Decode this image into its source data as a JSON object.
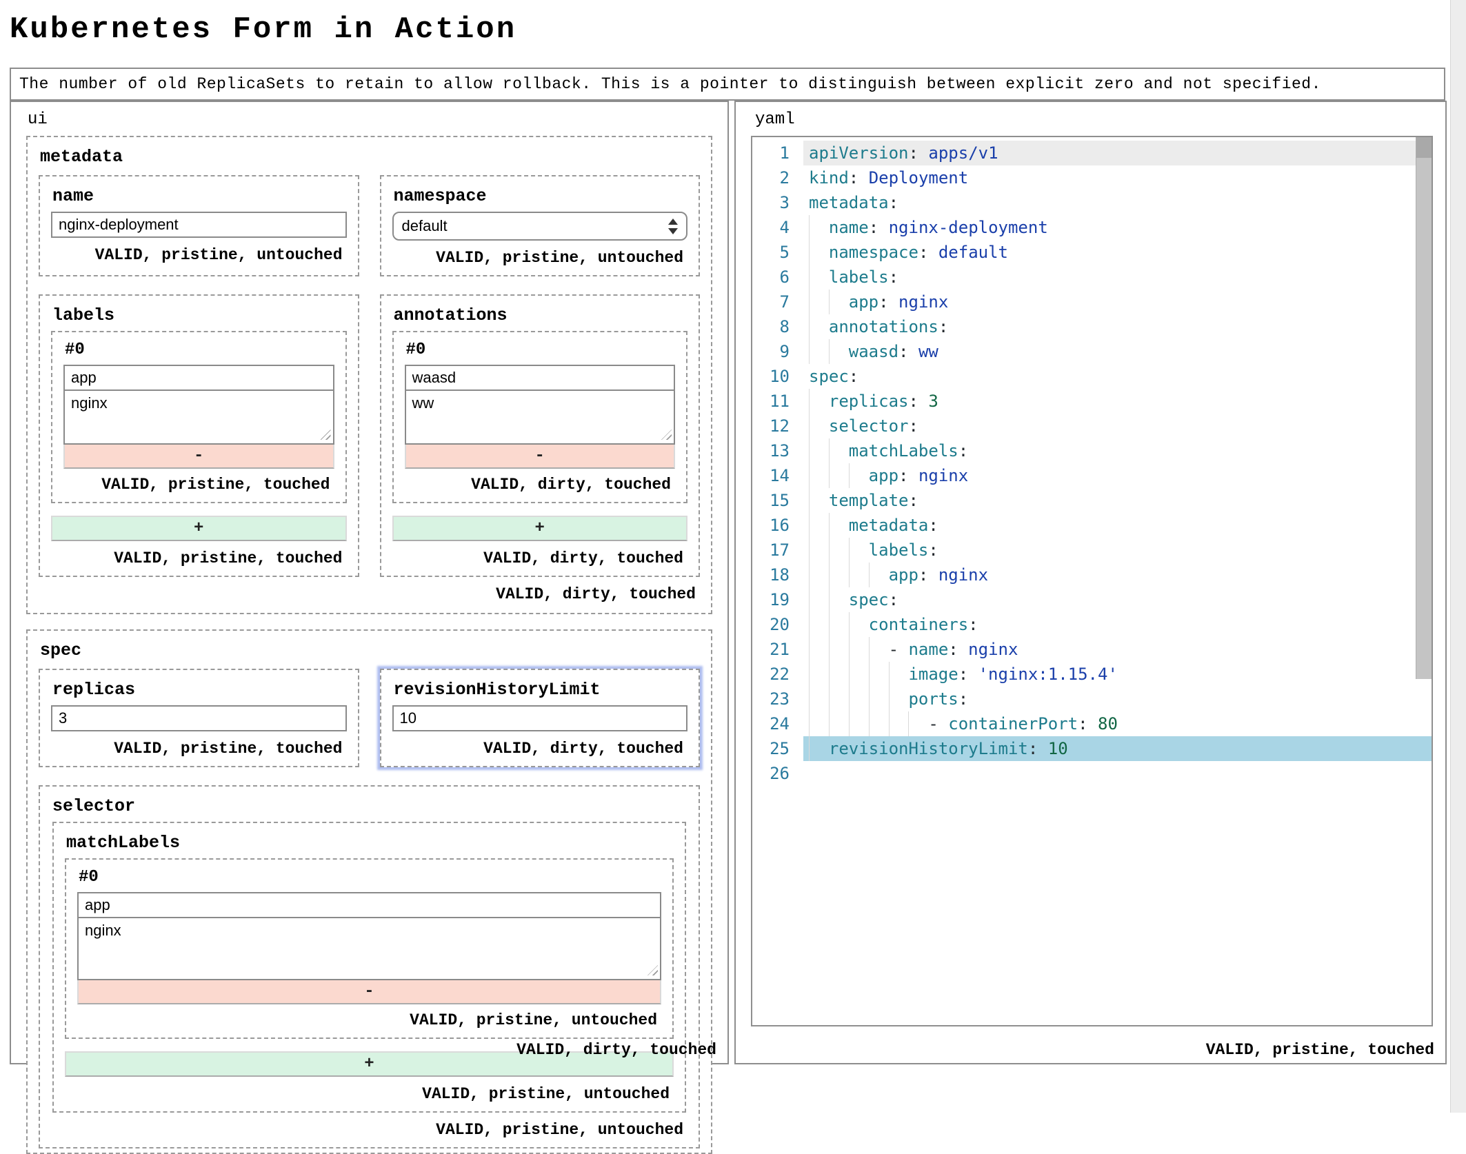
{
  "page": {
    "title": "Kubernetes Form in Action"
  },
  "help_bar": {
    "text": "The number of old ReplicaSets to retain to allow rollback. This is a pointer to distinguish between explicit zero and not specified."
  },
  "colors": {
    "highlight_line": "#a9d5e5",
    "first_line_shade": "#ececec",
    "key": "#1d7b8c",
    "string": "#1a3faa",
    "number": "#116644",
    "line_number": "#2a7a9e",
    "add_button": "#d8f3e2",
    "remove_button": "#fbd9cf",
    "focus_ring": "#aebdf0"
  },
  "ui_panel": {
    "label": "ui",
    "status": "VALID, dirty, touched",
    "metadata": {
      "label": "metadata",
      "status": "VALID, dirty, touched",
      "name": {
        "label": "name",
        "value": "nginx-deployment",
        "status": "VALID, pristine, untouched"
      },
      "namespace": {
        "label": "namespace",
        "value": "default",
        "status": "VALID, pristine, untouched"
      },
      "labels": {
        "label": "labels",
        "add_label": "+",
        "status": "VALID, pristine, touched",
        "item": {
          "index": "#0",
          "key": "app",
          "value": "nginx",
          "remove_label": "-",
          "status": "VALID, pristine, touched"
        }
      },
      "annotations": {
        "label": "annotations",
        "add_label": "+",
        "status": "VALID, dirty, touched",
        "item": {
          "index": "#0",
          "key": "waasd",
          "value": "ww",
          "remove_label": "-",
          "status": "VALID, dirty, touched"
        }
      }
    },
    "spec": {
      "label": "spec",
      "replicas": {
        "label": "replicas",
        "value": "3",
        "status": "VALID, pristine, touched"
      },
      "revisionHistoryLimit": {
        "label": "revisionHistoryLimit",
        "value": "10",
        "status": "VALID, dirty, touched",
        "focused": true
      },
      "selector": {
        "label": "selector",
        "status": "VALID, pristine, untouched",
        "matchLabels": {
          "label": "matchLabels",
          "add_label": "+",
          "status": "VALID, pristine, untouched",
          "item": {
            "index": "#0",
            "key": "app",
            "value": "nginx",
            "remove_label": "-",
            "status": "VALID, pristine, untouched"
          }
        }
      }
    }
  },
  "yaml_panel": {
    "label": "yaml",
    "status": "VALID, pristine, touched",
    "code": {
      "active_line": 25,
      "first_line_shaded": true,
      "lines": [
        {
          "n": 1,
          "indent": 0,
          "tokens": [
            [
              "key",
              "apiVersion"
            ],
            [
              "punct",
              ": "
            ],
            [
              "str",
              "apps/v1"
            ]
          ]
        },
        {
          "n": 2,
          "indent": 0,
          "tokens": [
            [
              "key",
              "kind"
            ],
            [
              "punct",
              ": "
            ],
            [
              "str",
              "Deployment"
            ]
          ]
        },
        {
          "n": 3,
          "indent": 0,
          "tokens": [
            [
              "key",
              "metadata"
            ],
            [
              "punct",
              ":"
            ]
          ]
        },
        {
          "n": 4,
          "indent": 2,
          "tokens": [
            [
              "key",
              "name"
            ],
            [
              "punct",
              ": "
            ],
            [
              "str",
              "nginx-deployment"
            ]
          ]
        },
        {
          "n": 5,
          "indent": 2,
          "tokens": [
            [
              "key",
              "namespace"
            ],
            [
              "punct",
              ": "
            ],
            [
              "str",
              "default"
            ]
          ]
        },
        {
          "n": 6,
          "indent": 2,
          "tokens": [
            [
              "key",
              "labels"
            ],
            [
              "punct",
              ":"
            ]
          ]
        },
        {
          "n": 7,
          "indent": 4,
          "tokens": [
            [
              "key",
              "app"
            ],
            [
              "punct",
              ": "
            ],
            [
              "str",
              "nginx"
            ]
          ]
        },
        {
          "n": 8,
          "indent": 2,
          "tokens": [
            [
              "key",
              "annotations"
            ],
            [
              "punct",
              ":"
            ]
          ]
        },
        {
          "n": 9,
          "indent": 4,
          "tokens": [
            [
              "key",
              "waasd"
            ],
            [
              "punct",
              ": "
            ],
            [
              "str",
              "ww"
            ]
          ]
        },
        {
          "n": 10,
          "indent": 0,
          "tokens": [
            [
              "key",
              "spec"
            ],
            [
              "punct",
              ":"
            ]
          ]
        },
        {
          "n": 11,
          "indent": 2,
          "tokens": [
            [
              "key",
              "replicas"
            ],
            [
              "punct",
              ": "
            ],
            [
              "num",
              "3"
            ]
          ]
        },
        {
          "n": 12,
          "indent": 2,
          "tokens": [
            [
              "key",
              "selector"
            ],
            [
              "punct",
              ":"
            ]
          ]
        },
        {
          "n": 13,
          "indent": 4,
          "tokens": [
            [
              "key",
              "matchLabels"
            ],
            [
              "punct",
              ":"
            ]
          ]
        },
        {
          "n": 14,
          "indent": 6,
          "tokens": [
            [
              "key",
              "app"
            ],
            [
              "punct",
              ": "
            ],
            [
              "str",
              "nginx"
            ]
          ]
        },
        {
          "n": 15,
          "indent": 2,
          "tokens": [
            [
              "key",
              "template"
            ],
            [
              "punct",
              ":"
            ]
          ]
        },
        {
          "n": 16,
          "indent": 4,
          "tokens": [
            [
              "key",
              "metadata"
            ],
            [
              "punct",
              ":"
            ]
          ]
        },
        {
          "n": 17,
          "indent": 6,
          "tokens": [
            [
              "key",
              "labels"
            ],
            [
              "punct",
              ":"
            ]
          ]
        },
        {
          "n": 18,
          "indent": 8,
          "tokens": [
            [
              "key",
              "app"
            ],
            [
              "punct",
              ": "
            ],
            [
              "str",
              "nginx"
            ]
          ]
        },
        {
          "n": 19,
          "indent": 4,
          "tokens": [
            [
              "key",
              "spec"
            ],
            [
              "punct",
              ":"
            ]
          ]
        },
        {
          "n": 20,
          "indent": 6,
          "tokens": [
            [
              "key",
              "containers"
            ],
            [
              "punct",
              ":"
            ]
          ]
        },
        {
          "n": 21,
          "indent": 8,
          "tokens": [
            [
              "dash",
              "- "
            ],
            [
              "key",
              "name"
            ],
            [
              "punct",
              ": "
            ],
            [
              "str",
              "nginx"
            ]
          ]
        },
        {
          "n": 22,
          "indent": 10,
          "tokens": [
            [
              "key",
              "image"
            ],
            [
              "punct",
              ": "
            ],
            [
              "str",
              "'nginx:1.15.4'"
            ]
          ]
        },
        {
          "n": 23,
          "indent": 10,
          "tokens": [
            [
              "key",
              "ports"
            ],
            [
              "punct",
              ":"
            ]
          ]
        },
        {
          "n": 24,
          "indent": 12,
          "tokens": [
            [
              "dash",
              "- "
            ],
            [
              "key",
              "containerPort"
            ],
            [
              "punct",
              ": "
            ],
            [
              "num",
              "80"
            ]
          ]
        },
        {
          "n": 25,
          "indent": 2,
          "tokens": [
            [
              "key",
              "revisionHistoryLimit"
            ],
            [
              "punct",
              ": "
            ],
            [
              "num",
              "10"
            ]
          ]
        },
        {
          "n": 26,
          "indent": 0,
          "tokens": []
        }
      ]
    }
  }
}
